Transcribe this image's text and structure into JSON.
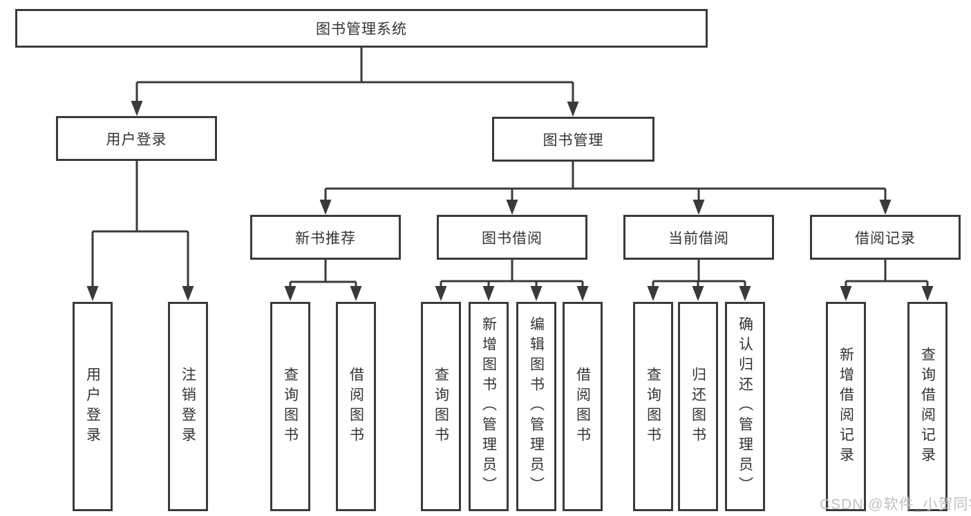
{
  "colors": {
    "line": "#3a3a3a",
    "text": "#333333",
    "watermark": "#c0c0c0"
  },
  "watermark": {
    "text": "CSDN @软件_小贺同学"
  },
  "tree": {
    "root": {
      "label": "图书管理系统",
      "children": [
        {
          "label": "用户登录",
          "children": [
            {
              "label": "用户登录"
            },
            {
              "label": "注销登录"
            }
          ]
        },
        {
          "label": "图书管理",
          "children": [
            {
              "label": "新书推荐",
              "children": [
                {
                  "label": "查询图书"
                },
                {
                  "label": "借阅图书"
                }
              ]
            },
            {
              "label": "图书借阅",
              "children": [
                {
                  "label": "查询图书"
                },
                {
                  "label": "新增图书（管理员）"
                },
                {
                  "label": "编辑图书（管理员）"
                },
                {
                  "label": "借阅图书"
                }
              ]
            },
            {
              "label": "当前借阅",
              "children": [
                {
                  "label": "查询图书"
                },
                {
                  "label": "归还图书"
                },
                {
                  "label": "确认归还（管理员）"
                }
              ]
            },
            {
              "label": "借阅记录",
              "children": [
                {
                  "label": "新增借阅记录"
                },
                {
                  "label": "查询借阅记录"
                }
              ]
            }
          ]
        }
      ]
    }
  }
}
